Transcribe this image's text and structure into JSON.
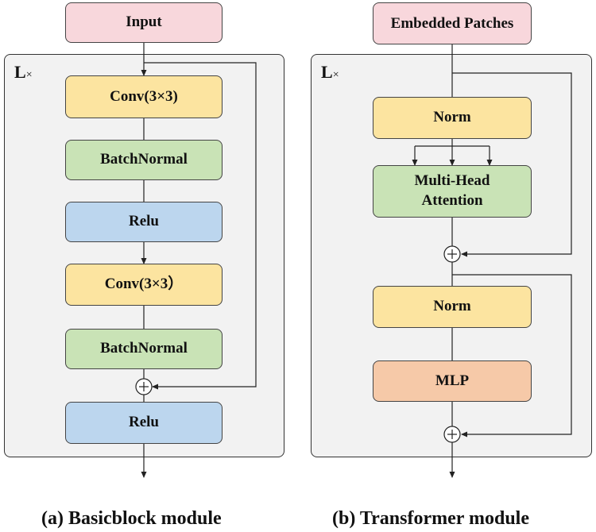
{
  "left": {
    "input": "Input",
    "repeat_label": "L",
    "repeat_symbol": "×",
    "conv1": "Conv(3×3)",
    "bn1": "BatchNormal",
    "relu1": "Relu",
    "conv2": "Conv(3×3）",
    "bn2": "BatchNormal",
    "relu2": "Relu",
    "caption": "(a) Basicblock module"
  },
  "right": {
    "input": "Embedded Patches",
    "repeat_label": "L",
    "repeat_symbol": "×",
    "norm1": "Norm",
    "mha": "Multi-Head Attention",
    "norm2": "Norm",
    "mlp": "MLP",
    "caption": "(b) Transformer module"
  },
  "colors": {
    "input": "#f8d7dc",
    "conv_norm": "#fce4a0",
    "batchnorm_attention": "#c9e3b6",
    "relu": "#bcd6ee",
    "mlp": "#f6c9a8"
  }
}
